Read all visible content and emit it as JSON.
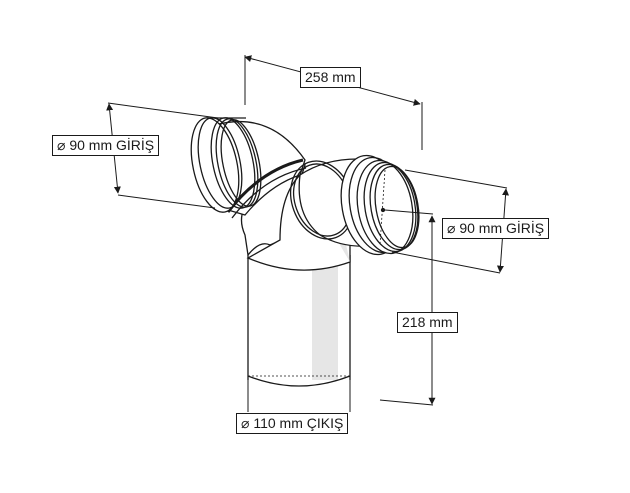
{
  "diagram": {
    "subject": "Y-branch pipe fitting (double inlet, single outlet)",
    "colors": {
      "line": "#1a1a1a",
      "shade": "#e6e6e6",
      "background": "#ffffff"
    },
    "dimensions": {
      "top_width": {
        "text": "258 mm"
      },
      "left_inlet": {
        "text": "⌀ 90 mm GİRİŞ"
      },
      "right_inlet": {
        "text": "⌀ 90 mm GİRİŞ"
      },
      "height": {
        "text": "218 mm"
      },
      "outlet": {
        "text": "⌀ 110 mm ÇIKIŞ"
      }
    }
  }
}
